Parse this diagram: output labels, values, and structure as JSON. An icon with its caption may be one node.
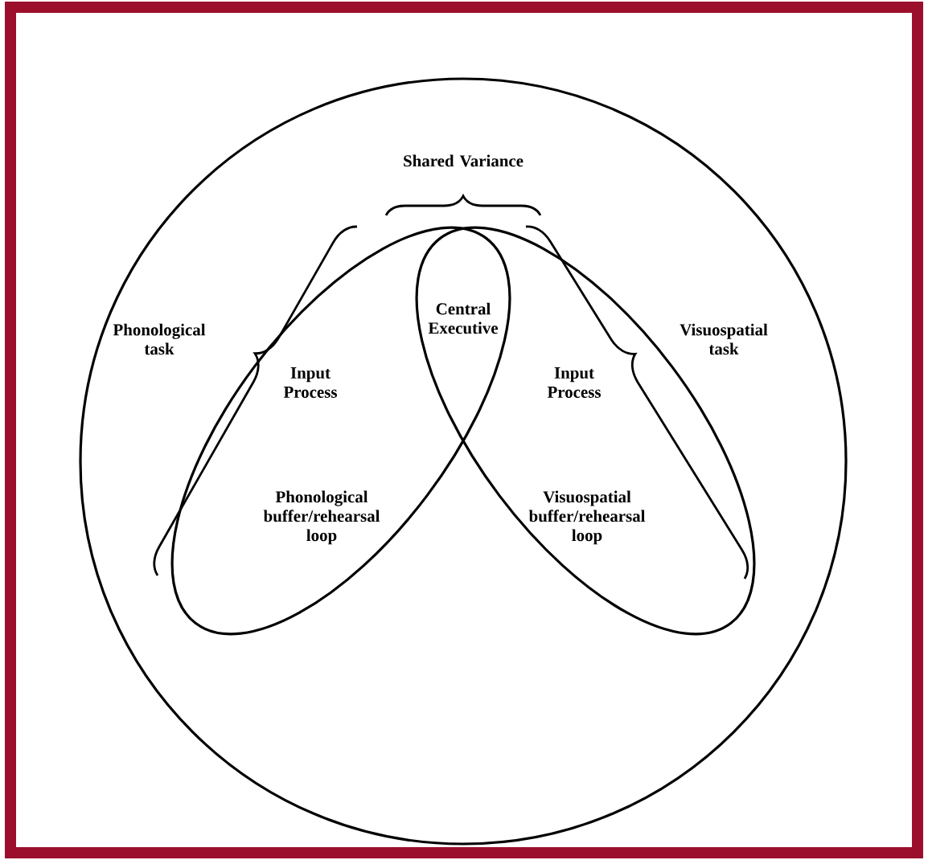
{
  "diagram": {
    "nodes": [
      {
        "text": [],
        "shape": "circle"
      },
      {
        "text": [
          "Input Process",
          "Phonological buffer/rehearsal loop"
        ],
        "in": 0
      },
      {
        "text": [
          "Input Process",
          "Visuospatial buffer/rehearsal loop"
        ],
        "in": 0
      }
    ],
    "labels": [
      "Shared Variance",
      "Phonological task",
      "Central Executive",
      "Visuospatial task"
    ]
  }
}
